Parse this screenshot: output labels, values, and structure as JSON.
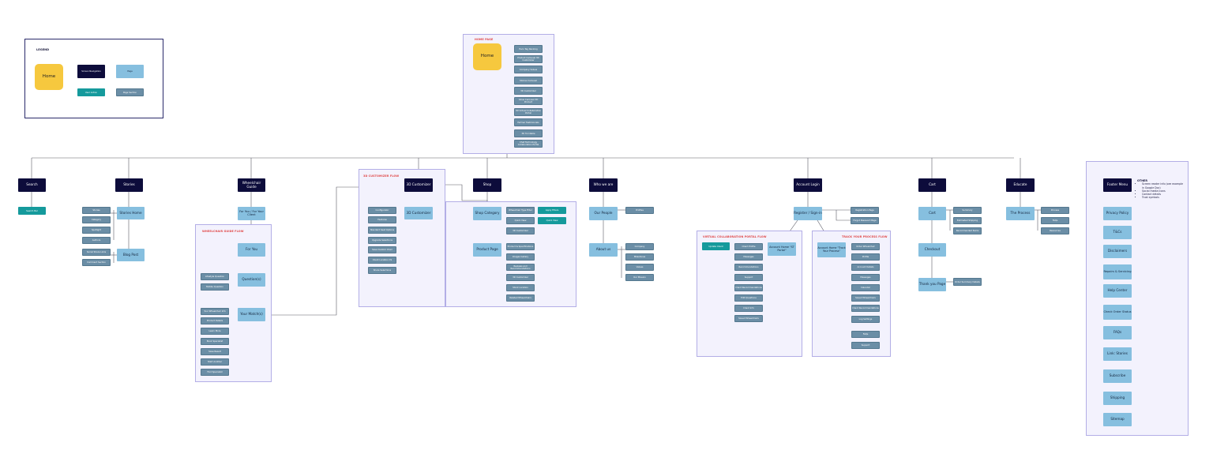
{
  "legend": {
    "title": "LEGEND",
    "home": "Home",
    "screen": "Screen Navigation",
    "page": "Page",
    "user_action": "User Action",
    "section": "Page Section"
  },
  "home_page": {
    "title": "HOME PAGE",
    "home": "Home",
    "sections": [
      "Hero Tag Ranking",
      "Product Carousel 3D Customizer",
      "Company Values",
      "Stories Carousel",
      "3D Customizer",
      "Value Carousel 3D Product",
      "3D Virtual Collaboration Portal",
      "Partner Testimonials",
      "3D Turntable",
      "Chat Technology Collaboration Portal"
    ]
  },
  "top_nav": [
    "Search",
    "Stories",
    "Wheelchair Guide",
    "3D Customizer",
    "Shop",
    "Who we are",
    "Account Login",
    "Cart",
    "Educate"
  ],
  "search": {
    "action": "Search Bar"
  },
  "stories": {
    "home": "Stories Home",
    "home_sections": [
      "Stories",
      "Category",
      "Spotlight",
      "Authors"
    ],
    "blog": "Blog Post",
    "blog_sections": [
      "Social Share Links",
      "Comment Section"
    ]
  },
  "guide": {
    "title": "WHEELCHAIR GUIDE FLOW",
    "for_you": "For You / For Your Client",
    "for_you_2": "For You",
    "questions": "Question(s)",
    "question_sections": [
      "Lifestyle Question",
      "Mobile Question"
    ],
    "match": "Your Match(s)",
    "match_sections": [
      "Your Wheelchair Info",
      "Product Details",
      "Learn More",
      "Book Specialist",
      "Save Result",
      "Start Another",
      "Find Specialist"
    ]
  },
  "customizer": {
    "title": "3D CUSTOMIZER FLOW",
    "page": "3D Customizer",
    "sections": [
      "Configurator",
      "Features",
      "Standard Seat Options",
      "Upgrade Selections",
      "Save Custom Chair",
      "Client Location CS",
      "Share Selections"
    ]
  },
  "shop": {
    "category": "Shop Category",
    "category_sections": [
      "Wheelchair Type Filter",
      "Quick View",
      "3D Customizer"
    ],
    "category_actions": [
      "Apply Filters",
      "Quick View"
    ],
    "product": "Product Page",
    "product_sections": [
      "Product & Specifications",
      "Images Gallery",
      "Reviews and Recommendations",
      "3D Customizer",
      "Stock Location",
      "Related Wheelchairs"
    ]
  },
  "who": {
    "people": "Our People",
    "people_sections": [
      "Profiles"
    ],
    "about": "About us",
    "about_sections": [
      "Company",
      "Milestones",
      "Values",
      "Our Mission"
    ]
  },
  "account": {
    "register": "Register / Sign-in",
    "register_sections": [
      "Registration Page",
      "Forgot Password Page"
    ],
    "vcp": {
      "title": "VIRTUAL COLLABORATION PORTAL FLOW",
      "action": "Update Client",
      "home": "Account Home \"ST Portal\"",
      "sections": [
        "Client Profile",
        "Messages",
        "Recommendations",
        "Support",
        "Client Recommendations",
        "Edit Questions",
        "Client Info",
        "Saved Wheelchairs"
      ]
    },
    "track": {
      "title": "TRACK YOUR PROCESS FLOW",
      "home": "Account Home \"Track Your Process\"",
      "sections": [
        "Order Wheelchair",
        "Profile",
        "Account Details",
        "Messages",
        "Calendar",
        "Saved Wheelchairs",
        "Client Recommendations",
        "Log Settings",
        "FAQs",
        "Support"
      ]
    }
  },
  "cart": {
    "cart": "Cart",
    "cart_sections": [
      "Summary",
      "Estimated Shipping",
      "Recommended Items"
    ],
    "checkout": "Checkout",
    "thankyou": "Thank you Page",
    "thankyou_section": "Order Summary Details"
  },
  "educate": {
    "process": "The Process",
    "sections": [
      "Process",
      "FAQs",
      "Resources"
    ]
  },
  "footer": {
    "menu": "Footer Menu",
    "items": [
      "Privacy Policy",
      "T&Cs",
      "Disclaimers",
      "Repairs & Servicing",
      "Help Center",
      "Check Order Status",
      "FAQs",
      "Link: Stories",
      "Subscribe",
      "Shipping",
      "Sitemap"
    ],
    "other_title": "OTHER",
    "other_items": [
      "Screen reader info (see example in Google Doc)",
      "Social media icons",
      "Contact details",
      "Trust symbols"
    ]
  },
  "colors": {
    "screen": "#0d0c3b",
    "page": "#86bfdf",
    "section": "#6b8ea6",
    "action": "#159a9c",
    "home": "#f6c83e",
    "flow_title": "#e04848",
    "flow_panel": "#f3f2fd",
    "flow_border": "#b3aee6",
    "connector": "#5a5a66"
  }
}
